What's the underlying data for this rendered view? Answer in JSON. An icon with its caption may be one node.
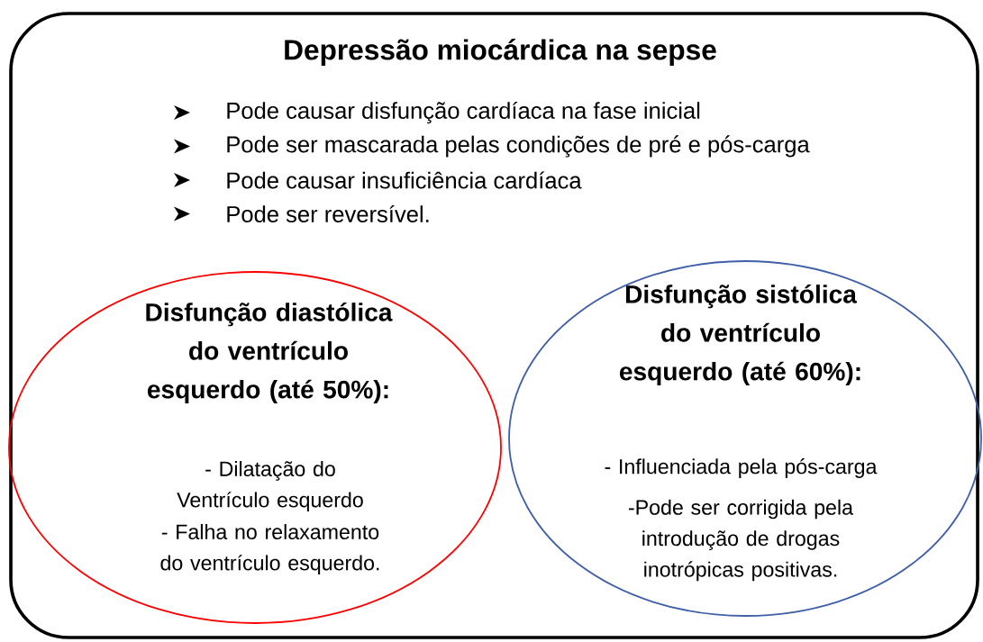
{
  "diagram": {
    "nodes": [
      {
        "text": [
          "Depressão miocárdica na sepse",
          "Pode causar disfunção cardíaca na fase inicial",
          "Pode ser mascarada pelas condições de pré e pós-carga",
          "Pode causar insuficiência cardíaca",
          "Pode ser reversível."
        ]
      },
      {
        "text": [
          "Disfunção diastólica do ventrículo esquerdo (até 50%):",
          "- Dilatação do Ventrículo esquerdo",
          "- Falha no relaxamento do ventrículo esquerdo."
        ],
        "in": 0
      },
      {
        "text": [
          "Disfunção sistólica do ventrículo esquerdo (até 60%):",
          "- Influenciada pela pós-carga",
          "-Pode ser corrigida pela introdução de drogas inotrópicas positivas."
        ],
        "in": 0
      }
    ]
  }
}
